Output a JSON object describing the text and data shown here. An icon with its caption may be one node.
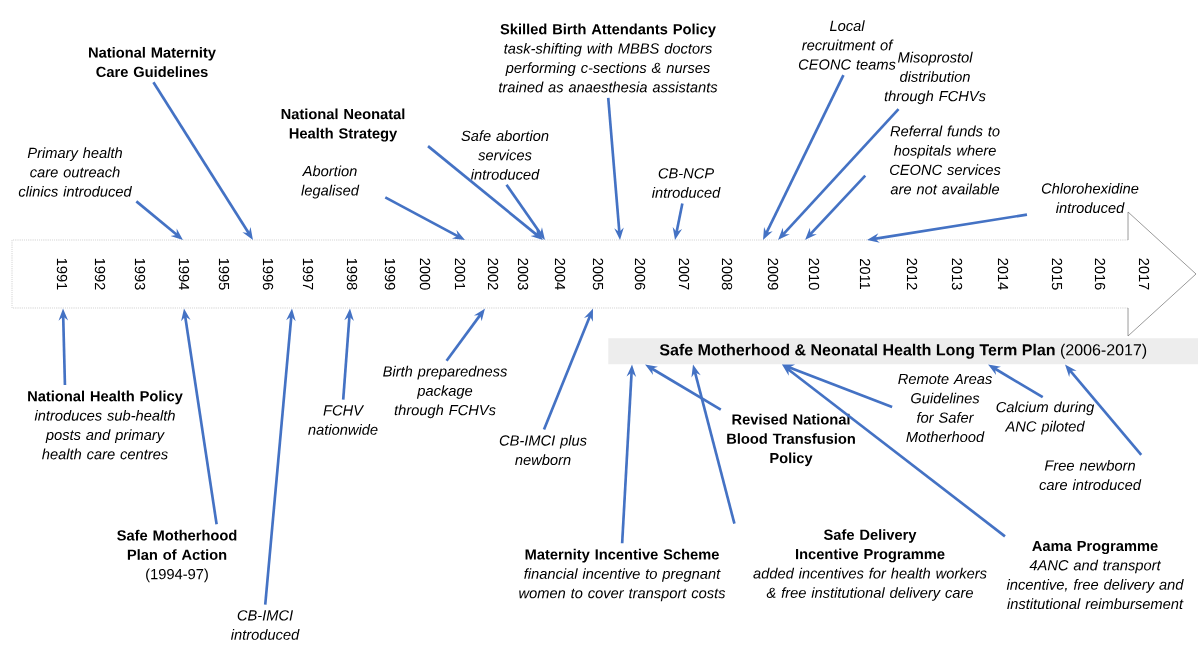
{
  "diagram": {
    "nodes": [
      {
        "text": [
          "Primary health care outreach clinics introduced"
        ]
      },
      {
        "text": [
          "National Maternity Care Guidelines"
        ]
      },
      {
        "text": [
          "National Neonatal Health Strategy"
        ]
      },
      {
        "text": [
          "Abortion legalised"
        ]
      },
      {
        "text": [
          "Safe abortion services introduced"
        ]
      },
      {
        "text": [
          "Skilled Birth Attendants Policy",
          "task-shifting with MBBS doctors performing c-sections & nurses trained as anaesthesia assistants"
        ]
      },
      {
        "text": [
          "CB-NCP introduced"
        ]
      },
      {
        "text": [
          "Local recruitment of CEONC teams"
        ]
      },
      {
        "text": [
          "Misoprostol distribution through FCHVs"
        ]
      },
      {
        "text": [
          "Referral funds to hospitals where CEONC services are not available"
        ]
      },
      {
        "text": [
          "Chlorohexidine introduced"
        ]
      },
      {
        "text": [],
        "shape": "arrow"
      },
      {
        "text": [
          "**Safe Motherhood & Neonatal Health Long Term Plan** (2006-2017)"
        ]
      },
      {
        "text": [
          "National Health Policy",
          "introduces sub-health posts and primary health care centres"
        ]
      },
      {
        "text": [
          "Safe Motherhood Plan of Action",
          "(1994-97)"
        ]
      },
      {
        "text": [
          "CB-IMCI introduced"
        ]
      },
      {
        "text": [
          "FCHV nationwide"
        ]
      },
      {
        "text": [
          "Birth preparedness package through FCHVs"
        ]
      },
      {
        "text": [
          "CB-IMCI plus newborn"
        ]
      },
      {
        "text": [
          "Revised National Blood Transfusion Policy"
        ]
      },
      {
        "text": [
          "Maternity Incentive Scheme",
          "financial incentive to pregnant women to cover transport costs"
        ]
      },
      {
        "text": [
          "Safe Delivery Incentive Programme",
          "added incentives for health workers & free institutional delivery care"
        ]
      },
      {
        "text": [
          "Remote Areas Guidelines for Safer Motherhood"
        ]
      },
      {
        "text": [
          "Calcium during ANC piloted"
        ]
      },
      {
        "text": [
          "Free newborn care introduced"
        ]
      },
      {
        "text": [
          "Aama Programme",
          "4ANC and transport incentive, free delivery and institutional reimbursement"
        ]
      }
    ],
    "edges": [
      {
        "from": 0,
        "to": 11,
        "arrow": "to"
      },
      {
        "from": 1,
        "to": 11,
        "arrow": "to"
      },
      {
        "from": 2,
        "to": 11,
        "arrow": "to"
      },
      {
        "from": 3,
        "to": 11,
        "arrow": "to"
      },
      {
        "from": 4,
        "to": 11,
        "arrow": "to"
      },
      {
        "from": 5,
        "to": 11,
        "arrow": "to"
      },
      {
        "from": 6,
        "to": 11,
        "arrow": "to"
      },
      {
        "from": 7,
        "to": 11,
        "arrow": "to"
      },
      {
        "from": 8,
        "to": 11,
        "arrow": "to"
      },
      {
        "from": 9,
        "to": 11,
        "arrow": "to"
      },
      {
        "from": 10,
        "to": 11,
        "arrow": "to"
      },
      {
        "from": 13,
        "to": 11,
        "arrow": "to"
      },
      {
        "from": 14,
        "to": 11,
        "arrow": "to"
      },
      {
        "from": 15,
        "to": 11,
        "arrow": "to"
      },
      {
        "from": 16,
        "to": 11,
        "arrow": "to"
      },
      {
        "from": 17,
        "to": 11,
        "arrow": "to"
      },
      {
        "from": 18,
        "to": 11,
        "arrow": "to"
      },
      {
        "from": 19,
        "to": 12,
        "arrow": "to"
      },
      {
        "from": 20,
        "to": 12,
        "arrow": "to"
      },
      {
        "from": 21,
        "to": 12,
        "arrow": "to"
      },
      {
        "from": 22,
        "to": 12,
        "arrow": "to"
      },
      {
        "from": 23,
        "to": 12,
        "arrow": "to"
      },
      {
        "from": 24,
        "to": 12,
        "arrow": "to"
      },
      {
        "from": 25,
        "to": 12,
        "arrow": "to"
      }
    ],
    "labels": [
      "1991",
      "1992",
      "1993",
      "1994",
      "1995",
      "1996",
      "1997",
      "1998",
      "1999",
      "2000",
      "2001",
      "2002",
      "2003",
      "2004",
      "2005",
      "2006",
      "2007",
      "2008",
      "2009",
      "2010",
      "2011",
      "2012",
      "2013",
      "2014",
      "2015",
      "2016",
      "2017"
    ]
  }
}
